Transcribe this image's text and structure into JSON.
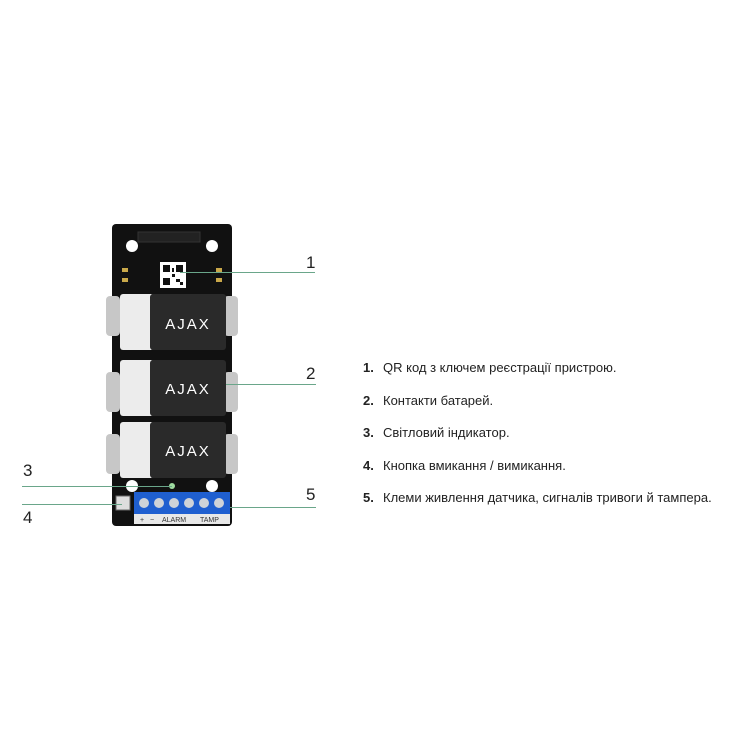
{
  "callouts": [
    {
      "number": "1"
    },
    {
      "number": "2"
    },
    {
      "number": "3"
    },
    {
      "number": "4"
    },
    {
      "number": "5"
    }
  ],
  "legend": [
    {
      "number": "1.",
      "text": "QR код з ключем реєстрації пристрою."
    },
    {
      "number": "2.",
      "text": "Контакти батарей."
    },
    {
      "number": "3.",
      "text": "Світловий індикатор."
    },
    {
      "number": "4.",
      "text": "Кнопка вмикання / вимикання."
    },
    {
      "number": "5.",
      "text": "Клеми живлення датчика, сигналів тривоги й тампера."
    }
  ],
  "device": {
    "battery_brand": "AJAX",
    "terminal_labels": [
      "+",
      "−",
      "ALARM",
      "TAMP"
    ],
    "colors": {
      "board": "#111111",
      "battery_body": "#2b2b2b",
      "battery_cap": "#e8e8e8",
      "terminal_block": "#1f5fd0",
      "callout_line": "#6aa68a"
    }
  }
}
